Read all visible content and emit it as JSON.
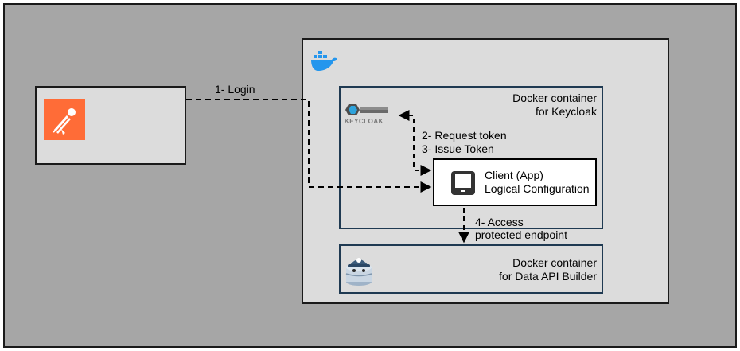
{
  "edges": {
    "login": "1- Login",
    "request_token": "2- Request token",
    "issue_token": "3- Issue Token",
    "access_line1": "4- Access",
    "access_line2": "protected endpoint"
  },
  "keycloak_container": {
    "line1": "Docker container",
    "line2": "for Keycloak"
  },
  "keycloak_logo_text": "KEYCLOAK",
  "app": {
    "line1": "Client (App)",
    "line2": "Logical Configuration"
  },
  "dab_container": {
    "line1": "Docker container",
    "line2": "for Data API Builder"
  },
  "colors": {
    "background": "#a6a6a6",
    "panel": "#dcdcdc",
    "postman_orange": "#ff6c37",
    "docker_blue": "#2496ed",
    "container_border": "#1f3a52"
  },
  "icons": [
    "postman-icon",
    "docker-icon",
    "keycloak-logo",
    "tablet-icon",
    "data-api-builder-icon"
  ]
}
